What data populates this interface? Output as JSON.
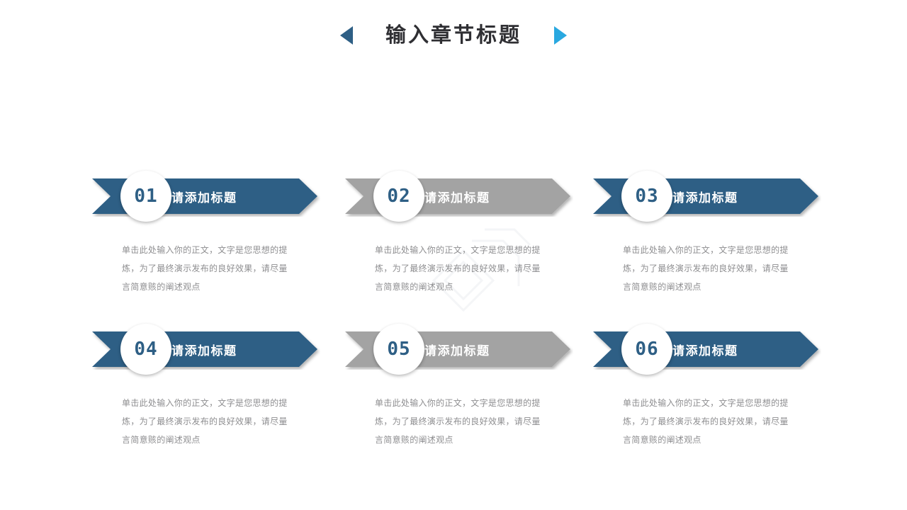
{
  "header": {
    "title": "输入章节标题",
    "left_arrow_icon": "triangle-left-icon",
    "right_arrow_icon": "triangle-right-icon",
    "left_arrow_color": "#2e5f85",
    "right_arrow_color": "#29a8e0",
    "title_color": "#2f2f33"
  },
  "theme": {
    "blue": "#2e5f85",
    "blue_dark": "#28567a",
    "gray": "#a3a3a3",
    "gray_dark": "#969696",
    "number_color": "#2e5f85",
    "body_text_color": "#8e8e90",
    "banner_title_color": "#ffffff",
    "background": "#ffffff"
  },
  "watermark": {
    "label": "watermark"
  },
  "body_text": "单击此处输入你的正文，文字是您思想的提炼，为了最终演示发布的良好效果，请尽量言简意赅的阐述观点",
  "items": [
    {
      "number": "01",
      "title": "请添加标题",
      "color": "blue",
      "body": "单击此处输入你的正文，文字是您思想的提炼，为了最终演示发布的良好效果，请尽量言简意赅的阐述观点"
    },
    {
      "number": "02",
      "title": "请添加标题",
      "color": "gray",
      "body": "单击此处输入你的正文，文字是您思想的提炼，为了最终演示发布的良好效果，请尽量言简意赅的阐述观点"
    },
    {
      "number": "03",
      "title": "请添加标题",
      "color": "blue",
      "body": "单击此处输入你的正文，文字是您思想的提炼，为了最终演示发布的良好效果，请尽量言简意赅的阐述观点"
    },
    {
      "number": "04",
      "title": "请添加标题",
      "color": "blue",
      "body": "单击此处输入你的正文，文字是您思想的提炼，为了最终演示发布的良好效果，请尽量言简意赅的阐述观点"
    },
    {
      "number": "05",
      "title": "请添加标题",
      "color": "gray",
      "body": "单击此处输入你的正文，文字是您思想的提炼，为了最终演示发布的良好效果，请尽量言简意赅的阐述观点"
    },
    {
      "number": "06",
      "title": "请添加标题",
      "color": "blue",
      "body": "单击此处输入你的正文，文字是您思想的提炼，为了最终演示发布的良好效果，请尽量言简意赅的阐述观点"
    }
  ]
}
